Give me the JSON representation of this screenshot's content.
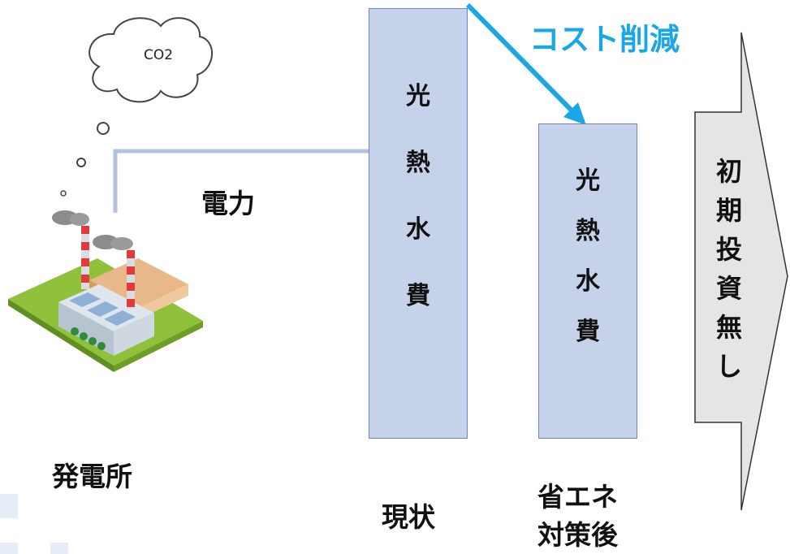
{
  "cloud": {
    "text": "CO2"
  },
  "power_line": {
    "label": "電力"
  },
  "plant": {
    "label": "発電所"
  },
  "current_bar": {
    "chars": [
      "光",
      "熱",
      "水",
      "費"
    ],
    "label": "現状"
  },
  "after_bar": {
    "chars": [
      "光",
      "熱",
      "水",
      "費"
    ],
    "label_line1": "省エネ",
    "label_line2": "対策後"
  },
  "cost_arrow": {
    "label": "コスト削減",
    "color": "#1aa7e6"
  },
  "right_arrow": {
    "chars": [
      "初",
      "期",
      "投",
      "資",
      "無",
      "し"
    ]
  },
  "colors": {
    "bar_fill": "#c6d1ea",
    "bar_border": "#6f86bd",
    "line": "#b4c2e2"
  }
}
